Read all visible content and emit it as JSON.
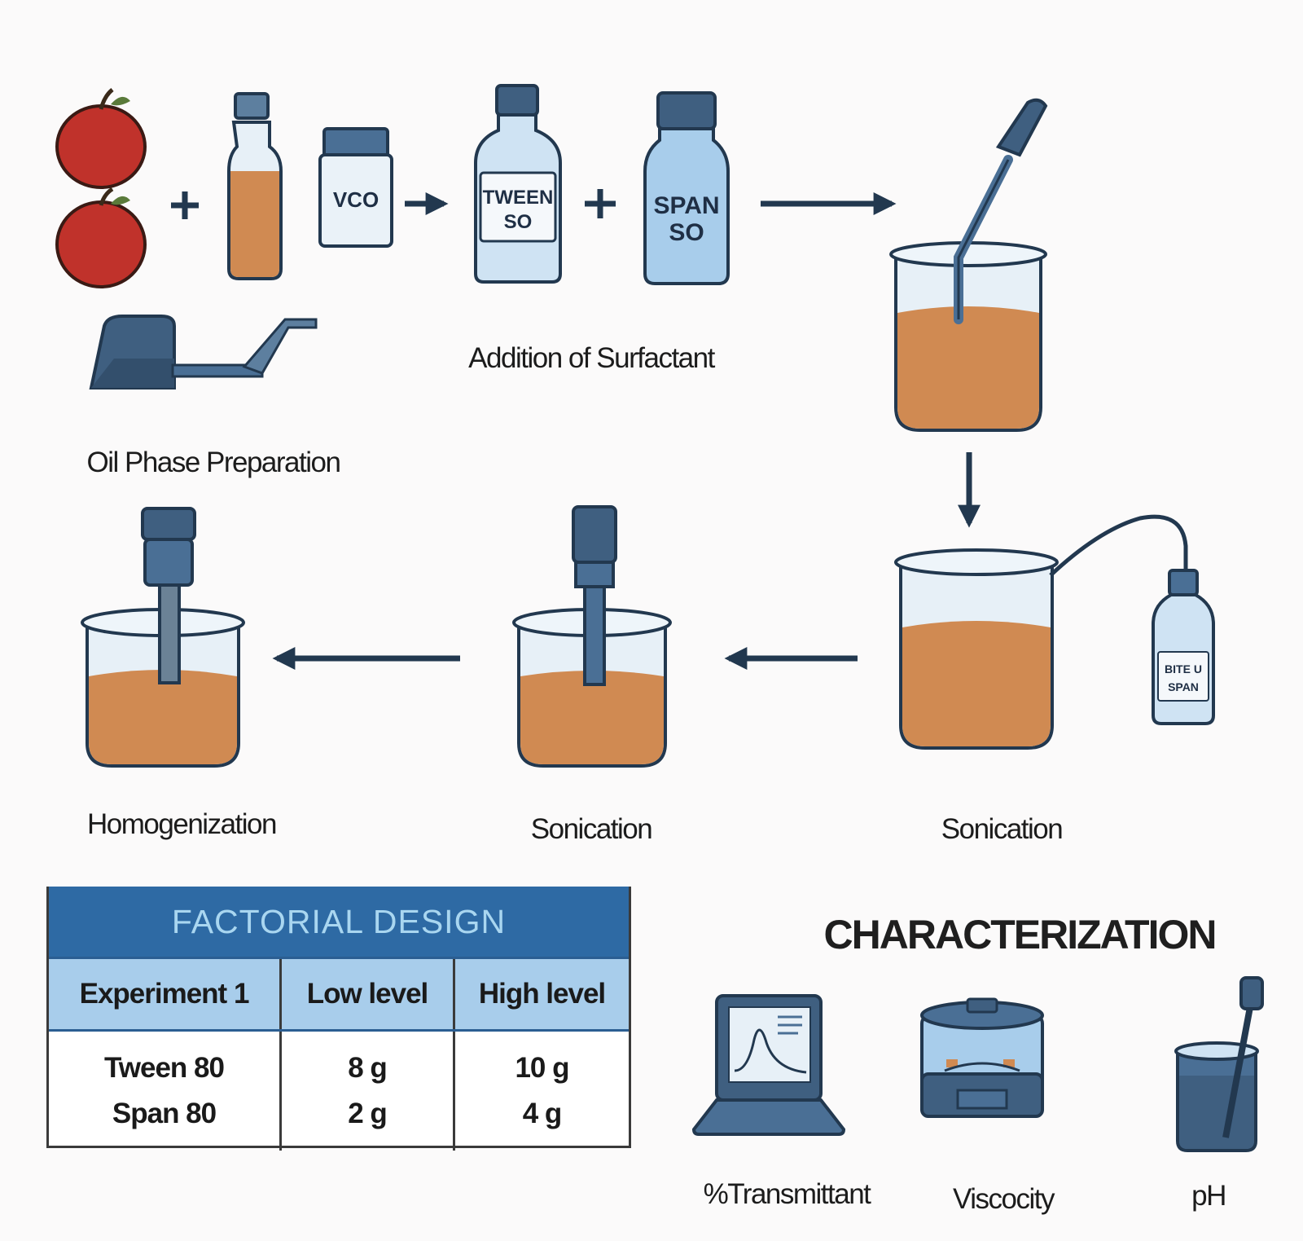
{
  "steps": {
    "oil_phase": {
      "label": "Oil Phase Preparation",
      "vial_label": "VCO"
    },
    "surfactant": {
      "label": "Addition  of Surfactant",
      "tween_label_line1": "TWEEN",
      "tween_label_line2": "SO",
      "span_label_line1": "SPAN",
      "span_label_line2": "SO"
    },
    "sonication_right": {
      "label": "Sonication",
      "bottle_label_line1": "BITE U",
      "bottle_label_line2": "SPAN"
    },
    "sonication_middle": {
      "label": "Sonication"
    },
    "homogenization": {
      "label": "Homogenization"
    }
  },
  "factorial_design": {
    "title": "FACTORIAL DESIGN",
    "headers": [
      "Experiment 1",
      "Low level",
      "High level"
    ],
    "rows": [
      [
        "Tween 80",
        "8 g",
        "10 g"
      ],
      [
        "Span 80",
        "2 g",
        "4 g"
      ]
    ]
  },
  "characterization": {
    "title": "CHARACTERIZATION",
    "items": [
      "%Transmittant",
      "Viscocity",
      "pH"
    ]
  },
  "colors": {
    "liquid": "#d08a52",
    "glass": "#cfe3f3",
    "outline": "#2b3d55",
    "equipment": "#4a6f95",
    "table_header": "#2e6aa4",
    "table_subheader": "#a8cdeb",
    "apple": "#c0322b"
  }
}
